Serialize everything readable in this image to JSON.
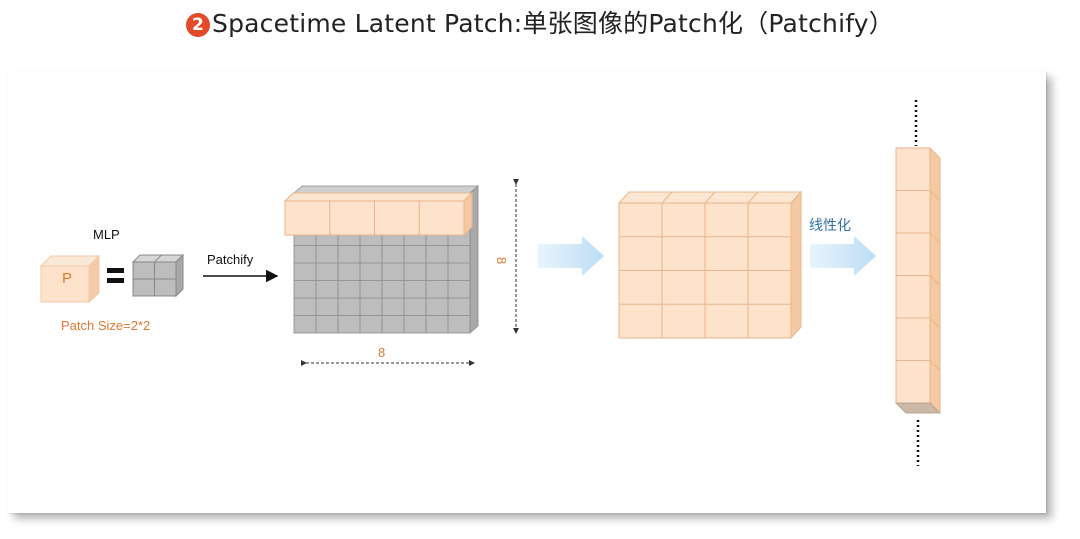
{
  "title": {
    "number": "2",
    "text": "Spacetime Latent Patch:单张图像的Patch化（Patchify）"
  },
  "labels": {
    "mlp": "MLP",
    "patch_letter": "P",
    "patch_size": "Patch Size=2*2",
    "patchify": "Patchify",
    "width_dim": "8",
    "height_dim": "8",
    "linearize": "线性化"
  },
  "colors": {
    "orange_face": "#fde3cc",
    "orange_edge": "#f0b98a",
    "gray_face": "#bdbdbd",
    "title_badge": "#e34a2a",
    "arrow_blue": "#cfe6f8"
  }
}
